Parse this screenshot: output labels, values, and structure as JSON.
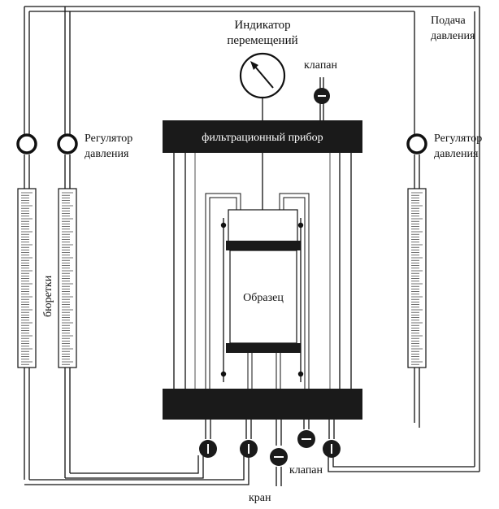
{
  "labels": {
    "supply": [
      "Подача",
      "давления"
    ],
    "indicator": [
      "Индикатор",
      "перемещений"
    ],
    "valve_top": "клапан",
    "filtration_device": "фильтрационный прибор",
    "regulator_left": [
      "Регулятор",
      "давления"
    ],
    "regulator_right": [
      "Регулятор",
      "давления"
    ],
    "burettes": "бюретки",
    "sample": "Образец",
    "valve_bottom": "клапан",
    "tap": "кран"
  },
  "colors": {
    "ink": "#111111",
    "block": "#1a1a1a",
    "paper": "#ffffff"
  },
  "icons": {
    "gauge": "dial-gauge-icon",
    "valve": "valve-icon",
    "regulator": "pressure-regulator-icon",
    "burette": "burette-icon"
  }
}
